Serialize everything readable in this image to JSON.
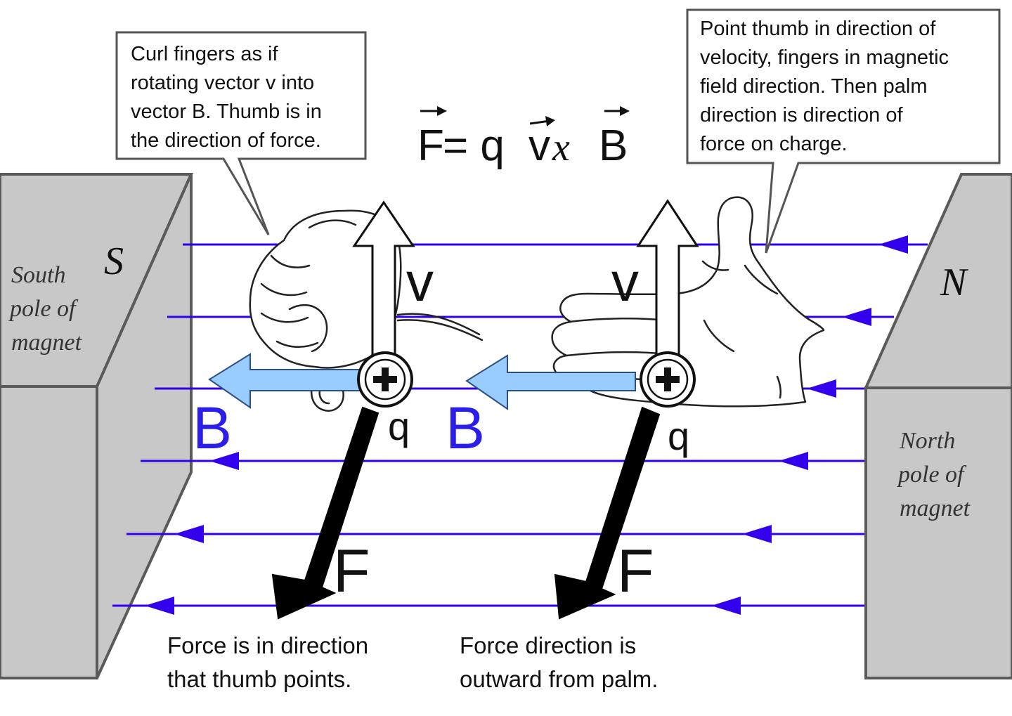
{
  "colors": {
    "field_line": "#3300ee",
    "b_arrow_fill": "#99ccff",
    "b_label": "#2a1ee8",
    "magnet_fill": "#c8c8c8",
    "magnet_stroke": "#5a5a5a",
    "ink": "#111111"
  },
  "formula": {
    "F": "F",
    "equals_q": " = q",
    "v": "v",
    "cross": " x ",
    "B": "B"
  },
  "callout_left": {
    "lines": [
      "Curl fingers as if",
      "rotating vector v into",
      "vector B. Thumb is in",
      "the direction of force."
    ]
  },
  "callout_right": {
    "lines": [
      "Point thumb in direction of",
      "velocity, fingers in magnetic",
      "field direction. Then palm",
      "direction is direction of",
      "force on charge."
    ]
  },
  "magnet_south": {
    "letter": "S",
    "lines": [
      "South",
      "pole of",
      "magnet"
    ]
  },
  "magnet_north": {
    "letter": "N",
    "lines": [
      "North",
      "pole of",
      "magnet"
    ]
  },
  "left_hand": {
    "v_label": "v",
    "b_label": "B",
    "q_label": "q",
    "f_label": "F",
    "caption": [
      "Force is in direction",
      "that thumb points."
    ]
  },
  "right_hand": {
    "v_label": "v",
    "b_label": "B",
    "q_label": "q",
    "f_label": "F",
    "caption": [
      "Force direction is",
      "outward from palm."
    ]
  }
}
